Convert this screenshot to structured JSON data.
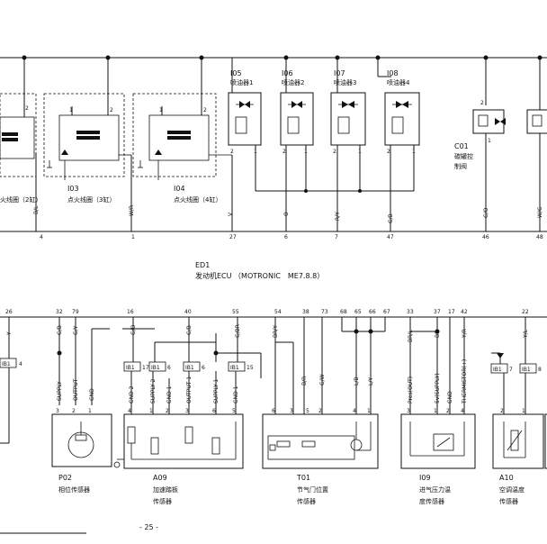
{
  "ecu": {
    "code": "ED1",
    "name": "发动机ECU （MOTRONIC　ME7.8.8）"
  },
  "top_components": [
    {
      "id": "coil2",
      "label": "火线圈（2缸）",
      "pin_a": "2",
      "wire": "B/L",
      "ecu_pin": "4"
    },
    {
      "id": "I03",
      "code": "I03",
      "label": "点火线圈（3缸）",
      "pin_a": "1",
      "pin_b": "2",
      "wire": "W/R",
      "ecu_pin": "1"
    },
    {
      "id": "I04",
      "code": "I04",
      "label": "点火线圈（4缸）",
      "pin_a": "1",
      "pin_b": "2",
      "wire": "V",
      "ecu_pin": "27"
    },
    {
      "id": "I05",
      "code": "I05",
      "label": "喷油器1",
      "pin_a": "2",
      "pin_b": "1",
      "wire": "O",
      "ecu_pin": "6"
    },
    {
      "id": "I06",
      "code": "I06",
      "label": "喷油器2",
      "pin_a": "2",
      "pin_b": "1",
      "wire": "R/Y",
      "ecu_pin": "7"
    },
    {
      "id": "I07",
      "code": "I07",
      "label": "喷油器3",
      "pin_a": "2",
      "pin_b": "1",
      "wire": "G/B",
      "ecu_pin": "47"
    },
    {
      "id": "I08",
      "code": "I08",
      "label": "喷油器4",
      "pin_a": "2",
      "pin_b": "1",
      "wire": "G/O",
      "ecu_pin": "46"
    },
    {
      "id": "C01",
      "code": "C01",
      "label_1": "碳罐控",
      "label_2": "制阀",
      "pin_a": "2",
      "pin_b": "1",
      "wire": "W/G",
      "ecu_pin": "48"
    }
  ],
  "bottom_pins": [
    "26",
    "32",
    "79",
    "16",
    "40",
    "55",
    "54",
    "38",
    "73",
    "68",
    "65",
    "66",
    "67",
    "33",
    "37",
    "17",
    "42",
    "22"
  ],
  "bottom_wires": [
    "Y",
    "G/B",
    "G/Y",
    "G/O",
    "G/B",
    "G/BR",
    "BR/Y",
    "B/R",
    "G/W",
    "L/B",
    "L/Y",
    "BR/L",
    "BR",
    "Y/R",
    "Y/L"
  ],
  "connectors": {
    "left": {
      "code": "IB1",
      "pin": "4"
    },
    "a09": [
      {
        "code": "IB1",
        "pin": "17"
      },
      {
        "code": "IB1",
        "pin": "6"
      },
      {
        "code": "IB1",
        "pin": "6"
      },
      {
        "code": "IB1",
        "pin": "15"
      }
    ],
    "a10": [
      {
        "code": "IB1",
        "pin": "7"
      },
      {
        "code": "IB1",
        "pin": "8"
      }
    ]
  },
  "sensors": [
    {
      "code": "P02",
      "name": "相位传感器",
      "pins": [
        "3",
        "2",
        "1"
      ],
      "signals": [
        "SUPPLY",
        "OUTPUT",
        "GND"
      ]
    },
    {
      "code": "A09",
      "name_1": "加速踏板",
      "name_2": "传感器",
      "pins": [
        "4",
        "1",
        "2",
        "3",
        "6",
        "5"
      ],
      "signals": [
        "GND 2",
        "SUPPLY 2",
        "GND 1",
        "OUTPUT 1",
        "SUPPLY 1",
        "GND 1"
      ]
    },
    {
      "code": "T01",
      "name_1": "节气门位置",
      "name_2": "传感器",
      "pins": [
        "6",
        "3",
        "5",
        "2",
        "4",
        "1"
      ]
    },
    {
      "code": "I09",
      "name_1": "进气压力温",
      "name_2": "度传感器",
      "pins": [
        "3",
        "1",
        "2",
        "4"
      ],
      "signals": [
        "Pres(OUT)",
        "5v(SUPPLY)",
        "GND",
        "THERMISTOR(+)"
      ]
    },
    {
      "code": "A10",
      "name_1": "空调温度",
      "name_2": "传感器",
      "pins": [
        "2",
        "1"
      ]
    }
  ],
  "page_number": "- 25 -"
}
